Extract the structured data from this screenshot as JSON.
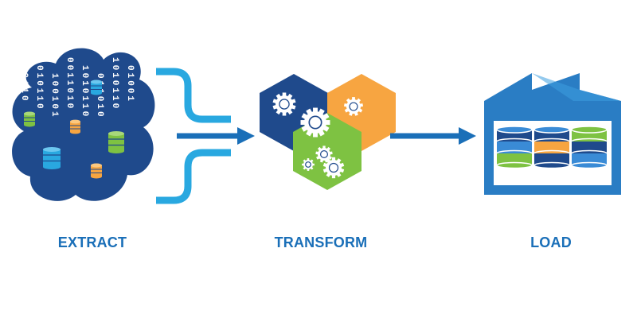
{
  "stages": {
    "extract": {
      "label": "EXTRACT",
      "icon": "data-cloud-icon"
    },
    "transform": {
      "label": "TRANSFORM",
      "icon": "gears-hexagon-icon"
    },
    "load": {
      "label": "LOAD",
      "icon": "data-warehouse-icon"
    }
  },
  "binary_columns": [
    "100110",
    "010110",
    "100101",
    "0011010",
    "1010110",
    "011010",
    "1010110",
    "01001"
  ],
  "colors": {
    "label": "#1a6fb8",
    "navy": "#1f4a8c",
    "sky": "#29a8e0",
    "green": "#7ec242",
    "orange": "#f7a541",
    "warehouse_roof": "#2a7dc4",
    "warehouse_light": "#3d9ee0",
    "arrow": "#1a6fb8",
    "dark_db": "#1f4a8c",
    "light_db": "#3a8bd6"
  }
}
